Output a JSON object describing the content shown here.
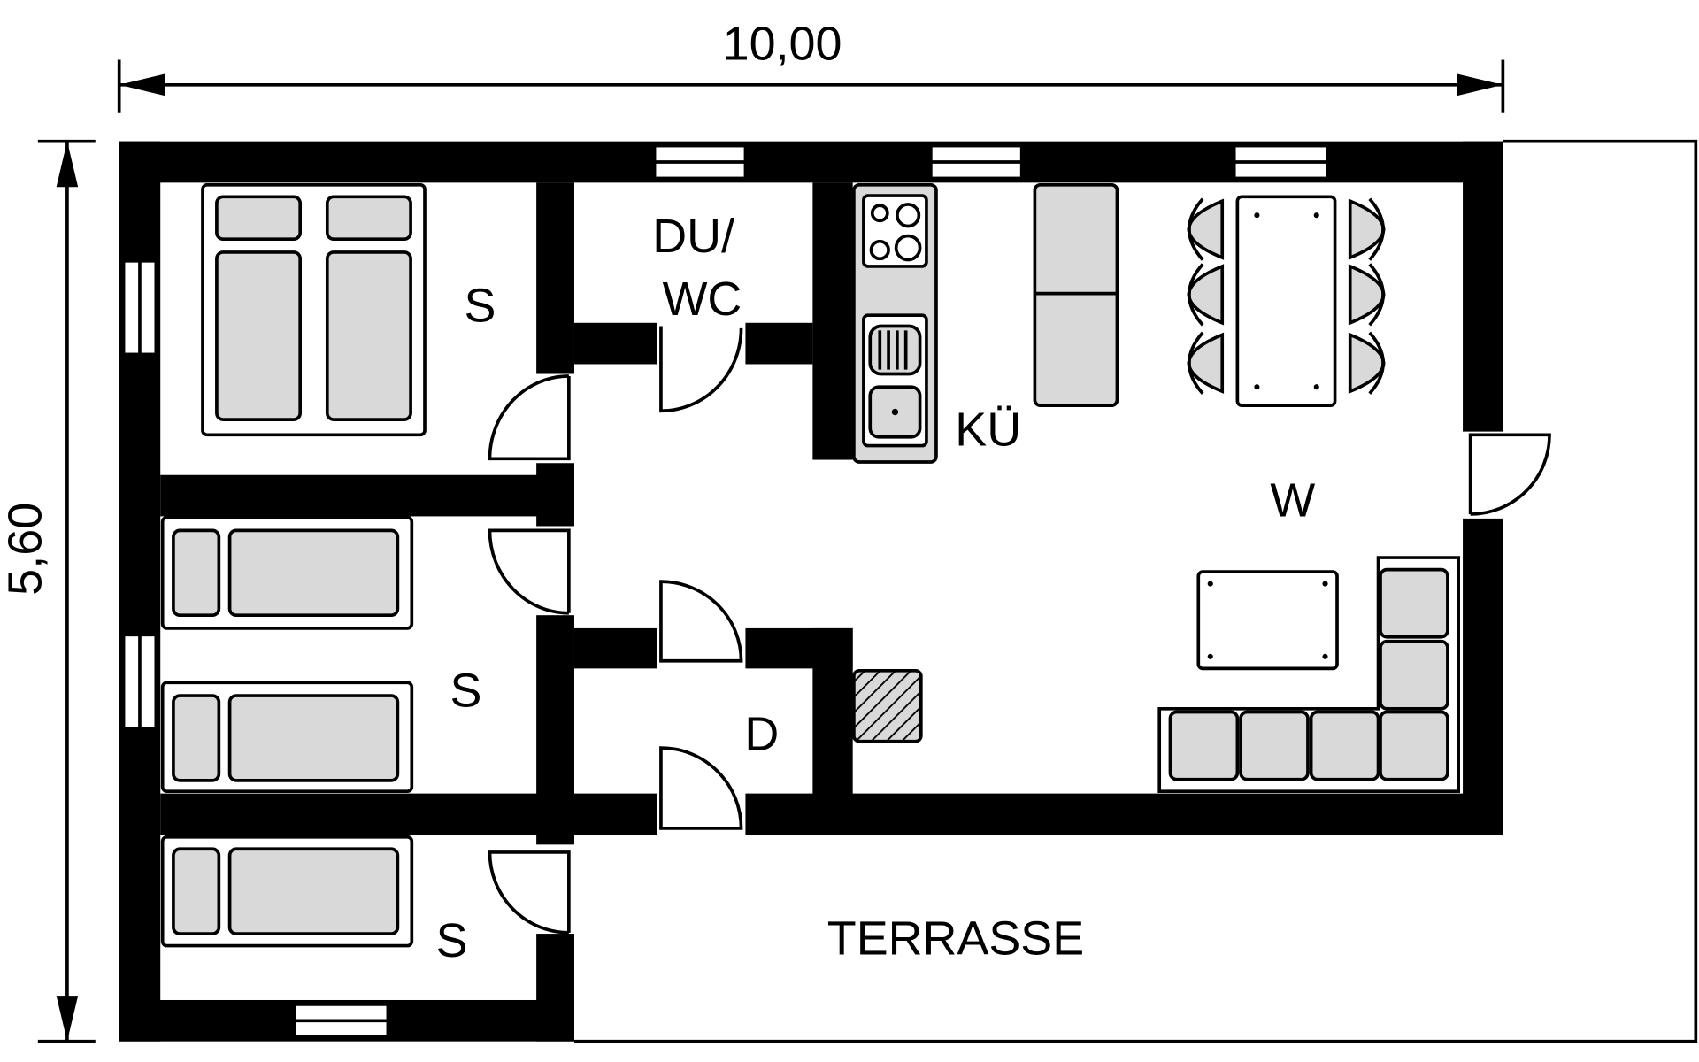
{
  "dimensions": {
    "width": "10,00",
    "height": "5,60"
  },
  "rooms": {
    "bedroom_1": "S",
    "bedroom_2": "S",
    "bedroom_3": "S",
    "bathroom_line1": "DU/",
    "bathroom_line2": "WC",
    "kitchen": "KÜ",
    "living": "W",
    "hall": "D",
    "terrace": "TERRASSE"
  },
  "colors": {
    "wall": "#000000",
    "furniture": "#d9d9d9"
  }
}
